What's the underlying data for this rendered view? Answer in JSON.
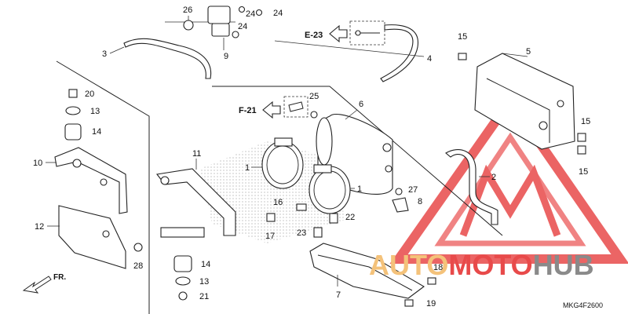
{
  "callouts": [
    {
      "n": "26"
    },
    {
      "n": "24a"
    },
    {
      "n": "24b"
    },
    {
      "n": "24c"
    },
    {
      "n": "9"
    },
    {
      "n": "3"
    },
    {
      "n": "4"
    },
    {
      "n": "15a"
    },
    {
      "n": "5"
    },
    {
      "n": "20"
    },
    {
      "n": "13a"
    },
    {
      "n": "14a"
    },
    {
      "n": "10"
    },
    {
      "n": "12"
    },
    {
      "n": "28"
    },
    {
      "n": "25"
    },
    {
      "n": "6"
    },
    {
      "n": "11"
    },
    {
      "n": "1a"
    },
    {
      "n": "1b"
    },
    {
      "n": "16"
    },
    {
      "n": "22"
    },
    {
      "n": "17"
    },
    {
      "n": "23"
    },
    {
      "n": "27"
    },
    {
      "n": "8"
    },
    {
      "n": "2"
    },
    {
      "n": "15b"
    },
    {
      "n": "15c"
    },
    {
      "n": "14b"
    },
    {
      "n": "13b"
    },
    {
      "n": "21"
    },
    {
      "n": "7"
    },
    {
      "n": "18"
    },
    {
      "n": "19"
    }
  ],
  "labels": {
    "c26": "26",
    "c24a": "24",
    "c24b": "24",
    "c24c": "24",
    "c9": "9",
    "c3": "3",
    "c4": "4",
    "c15a": "15",
    "c5": "5",
    "c20": "20",
    "c13a": "13",
    "c14a": "14",
    "c10": "10",
    "c12": "12",
    "c28": "28",
    "c25": "25",
    "c6": "6",
    "c11": "11",
    "c1a": "1",
    "c1b": "1",
    "c16": "16",
    "c22": "22",
    "c17": "17",
    "c23": "23",
    "c27": "27",
    "c8": "8",
    "c2": "2",
    "c15b": "15",
    "c15c": "15",
    "c14b": "14",
    "c13b": "13",
    "c21": "21",
    "c7": "7",
    "c18": "18",
    "c19": "19"
  },
  "refs": {
    "e23": "E-23",
    "f21": "F-21"
  },
  "front_label": "FR.",
  "drawing_code": "MKG4F2600",
  "watermark": {
    "part1": "AUTO",
    "part2": "MOTO",
    "part3": "HUB",
    "color_auto": "#f4c27a",
    "color_moto": "#e84a4a",
    "color_hub": "#8a8a8a",
    "triangle_color": "#e84a4a"
  }
}
